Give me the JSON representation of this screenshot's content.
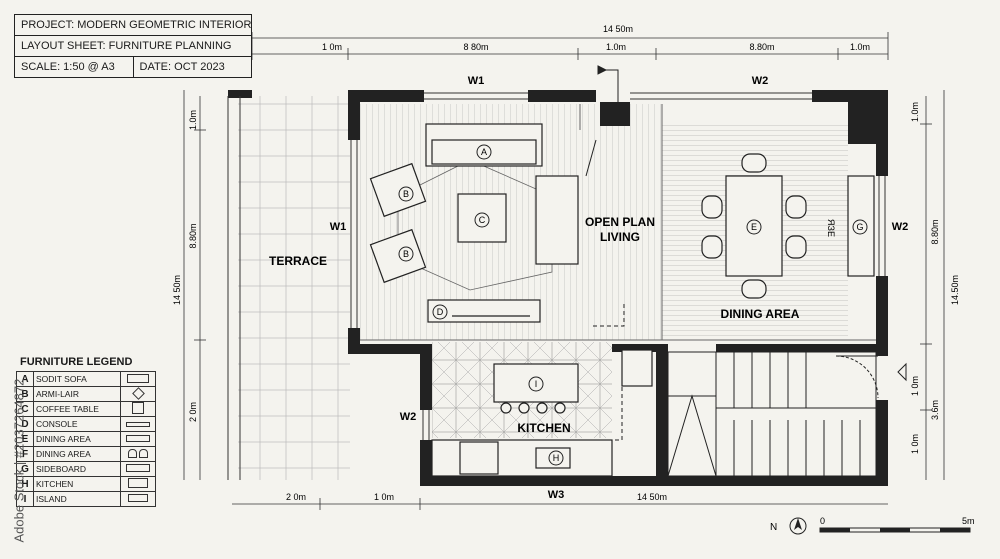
{
  "title_block": {
    "project": "PROJECT: MODERN GEOMETRIC INTERIOR",
    "sheet": "LAYOUT SHEET: FURNITURE PLANNING",
    "scale": "SCALE: 1:50 @ A3",
    "date": "DATE: OCT 2023"
  },
  "dimensions": {
    "top_total": "14 50m",
    "top_segments": [
      "1 0m",
      "8 80m",
      "1.0m",
      "8.80m",
      "1.0m"
    ],
    "bottom_segments": [
      "2 0m",
      "1 0m",
      "14 50m"
    ],
    "left": [
      "1.0m",
      "8.80m",
      "14 50m",
      "2 0m"
    ],
    "right_inner": [
      "1.0m",
      "1 0m",
      "1 0m"
    ],
    "right_outer": [
      "8.80m",
      "14.50m",
      "3.6m"
    ]
  },
  "windows": {
    "w1_top": "W1",
    "w2_top": "W2",
    "w1_left": "W1",
    "w2_right": "W2",
    "w2_kitchen": "W2",
    "w3_bottom": "W3"
  },
  "rooms": {
    "terrace": "TERRACE",
    "living_1": "OPEN PLAN",
    "living_2": "LIVING",
    "dining": "DINING AREA",
    "kitchen": "KITCHEN",
    "dining_text": "ЯЗЕ"
  },
  "furniture_tags": [
    "A",
    "B",
    "B",
    "C",
    "D",
    "E",
    "G",
    "H",
    "I"
  ],
  "legend": {
    "title": "FURNITURE LEGEND",
    "items": [
      {
        "key": "A",
        "label": "SODIT SOFA"
      },
      {
        "key": "B",
        "label": "ARMI-LAIR"
      },
      {
        "key": "C",
        "label": "COFFEE TABLE"
      },
      {
        "key": "D",
        "label": "CONSOLE"
      },
      {
        "key": "E",
        "label": "DINING AREA"
      },
      {
        "key": "F",
        "label": "DINING AREA"
      },
      {
        "key": "G",
        "label": "SIDEBOARD"
      },
      {
        "key": "H",
        "label": "KITCHEN"
      },
      {
        "key": "I",
        "label": "ISLAND"
      }
    ]
  },
  "scale_bar": {
    "start": "0",
    "end": "5m",
    "north": "N"
  },
  "watermark": "Adobe Stock | #2037264872"
}
